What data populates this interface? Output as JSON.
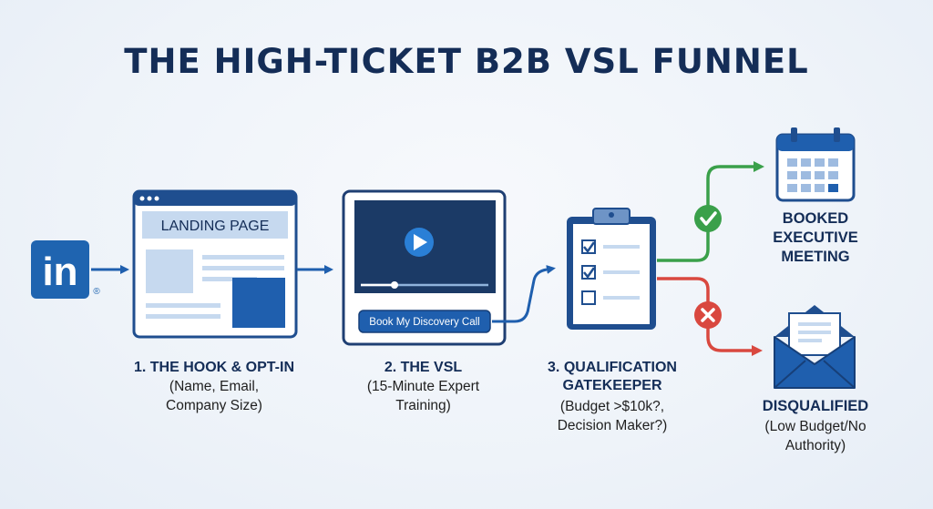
{
  "title": "THE HIGH-TICKET B2B VSL FUNNEL",
  "source": {
    "icon": "linkedin-icon",
    "text": "in",
    "mark": "®"
  },
  "steps": [
    {
      "icon": "browser-window-icon",
      "screen_text": "LANDING PAGE",
      "heading": "1. THE HOOK & OPT-IN",
      "sub": [
        "(Name, Email,",
        "Company Size)"
      ]
    },
    {
      "icon": "video-player-icon",
      "button_text": "Book My Discovery Call",
      "heading": "2. THE VSL",
      "sub": [
        "(15-Minute Expert",
        "Training)"
      ]
    },
    {
      "icon": "clipboard-checklist-icon",
      "heading": [
        "3. QUALIFICATION",
        "GATEKEEPER"
      ],
      "sub": [
        "(Budget >$10k?,",
        "Decision Maker?)"
      ]
    }
  ],
  "outcomes": {
    "success": {
      "icon": "calendar-icon",
      "status_icon": "check-icon",
      "label": [
        "BOOKED",
        "EXECUTIVE",
        "MEETING"
      ]
    },
    "fail": {
      "icon": "envelope-icon",
      "status_icon": "x-icon",
      "label": "DISQUALIFIED",
      "sub": [
        "(Low Budget/No",
        "Authority)"
      ]
    }
  },
  "colors": {
    "navy": "#142d57",
    "blue": "#1f5fae",
    "light_blue": "#c6d9ef",
    "green": "#3aa04a",
    "red": "#d9483f"
  }
}
